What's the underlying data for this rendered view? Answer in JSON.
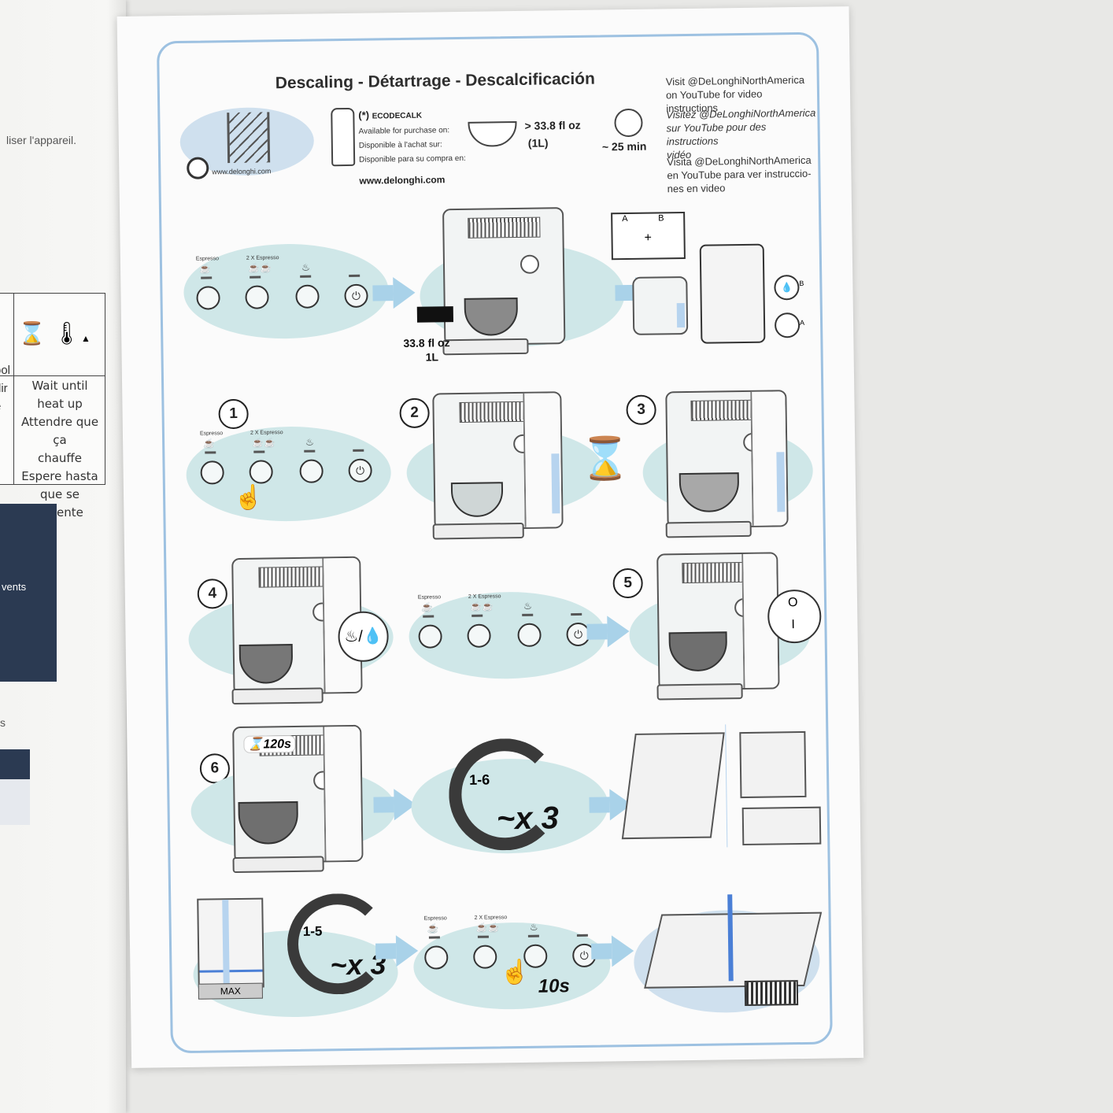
{
  "left_page": {
    "top_text": "liser l'appareil.",
    "table_cell_lines": [
      "Wait until",
      "heat up",
      "Attendre que ça",
      "chauffe",
      "Espere hasta",
      "que se caliente"
    ],
    "left_fragments": [
      "ool",
      "dir",
      "e"
    ],
    "dark_text": "vents",
    "fragment_s": "s",
    "fragment_e": "e"
  },
  "header": {
    "title": "Descaling - Détartrage - Descalcificación",
    "youtube": {
      "en": [
        "Visit @DeLonghiNorthAmerica",
        "on YouTube for video instructions"
      ],
      "fr": [
        "Visitez @DeLonghiNorthAmerica",
        "sur YouTube pour des instructions",
        "vidéo"
      ],
      "es": [
        "Visita @DeLonghiNorthAmerica",
        "en YouTube para ver instruccio-",
        "nes en video"
      ]
    }
  },
  "supplies": {
    "website_small": "www.delonghi.com",
    "product_mark": "(*)",
    "product": "ECODECALK",
    "availability": [
      "Available for purchase on:",
      "Disponible à l'achat sur:",
      "Disponible para su compra en:"
    ],
    "website": "www.delonghi.com",
    "volume": "> 33.8 fl oz",
    "volume_metric": "(1L)",
    "duration": "~ 25 min"
  },
  "buttons": {
    "espresso": "Espresso",
    "double_espresso": "2 X Espresso"
  },
  "row1": {
    "qty_line1": "33.8 fl oz",
    "qty_line2": "1L",
    "label_a": "A",
    "label_b": "B",
    "plus": "+"
  },
  "steps": [
    "1",
    "2",
    "3",
    "4",
    "5",
    "6"
  ],
  "row4": {
    "switch_on": "O",
    "switch_off": "I"
  },
  "row5": {
    "timer": "120s",
    "repeat_range": [
      "1",
      "-",
      "6"
    ],
    "repeat_count": "~x 3"
  },
  "row6": {
    "max_label": "MAX",
    "repeat_range": [
      "1",
      "-",
      "5"
    ],
    "repeat_count": "~x 3",
    "hold_time": "10s"
  }
}
